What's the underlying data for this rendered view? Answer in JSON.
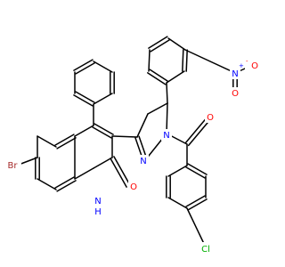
{
  "colors": {
    "bond": "#000000",
    "bromine": "#a52a2a",
    "nitrogen": "#0000ff",
    "oxygen": "#ff0000",
    "chlorine": "#00b000"
  },
  "atoms": {
    "br": "Br",
    "nh_n": "N",
    "nh_h": "H",
    "oh": "O",
    "pyr_n1": "N",
    "pyr_n2": "N",
    "carbonyl_o": "O",
    "cl": "Cl",
    "nitro_n": "N",
    "nitro_plus": "+",
    "nitro_o1": "O",
    "nitro_o1_minus": "-",
    "nitro_o2": "O"
  }
}
